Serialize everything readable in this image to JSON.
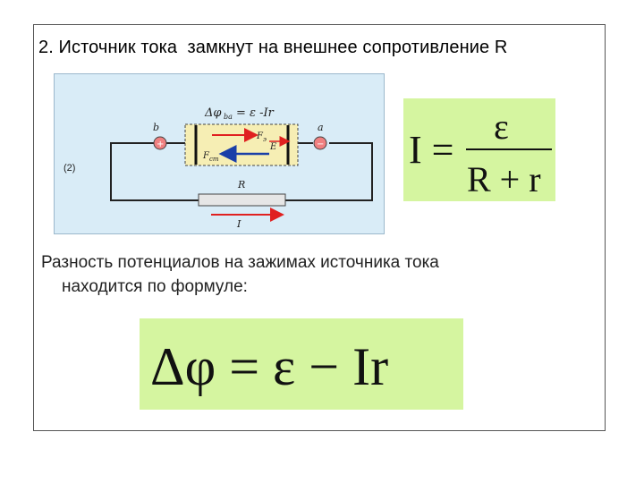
{
  "slide": {
    "heading": "2. Источник тока  замкнут на внешнее сопротивление R",
    "text_line1": "Разность потенциалов на зажимах источника тока",
    "text_line2": "находится по формуле:"
  },
  "circuit": {
    "top_formula_delta": "Δφ",
    "top_formula_sub": "ba",
    "top_formula_rest": "= ε -Ir",
    "terminal_b": "b",
    "terminal_a": "a",
    "plus_sign": "+",
    "minus_sign": "−",
    "force_a_label": "F",
    "force_a_sub": "э",
    "field_label": "E",
    "force_st_label": "F",
    "force_st_sub": "ст",
    "case_label": "(2)",
    "resistor_label": "R",
    "current_label": "I"
  },
  "formulas": {
    "current_lhs": "I =",
    "current_num": "ε",
    "current_den": "R + r",
    "potential": "Δφ = ε − Ir"
  },
  "colors": {
    "circuit_bg": "#d9ecf7",
    "formula_bg": "#d5f5a0",
    "source_bg": "#f6eeb4",
    "arrow_red": "#e02020",
    "arrow_blue": "#1a3fa8",
    "terminal_red": "#f08080"
  }
}
